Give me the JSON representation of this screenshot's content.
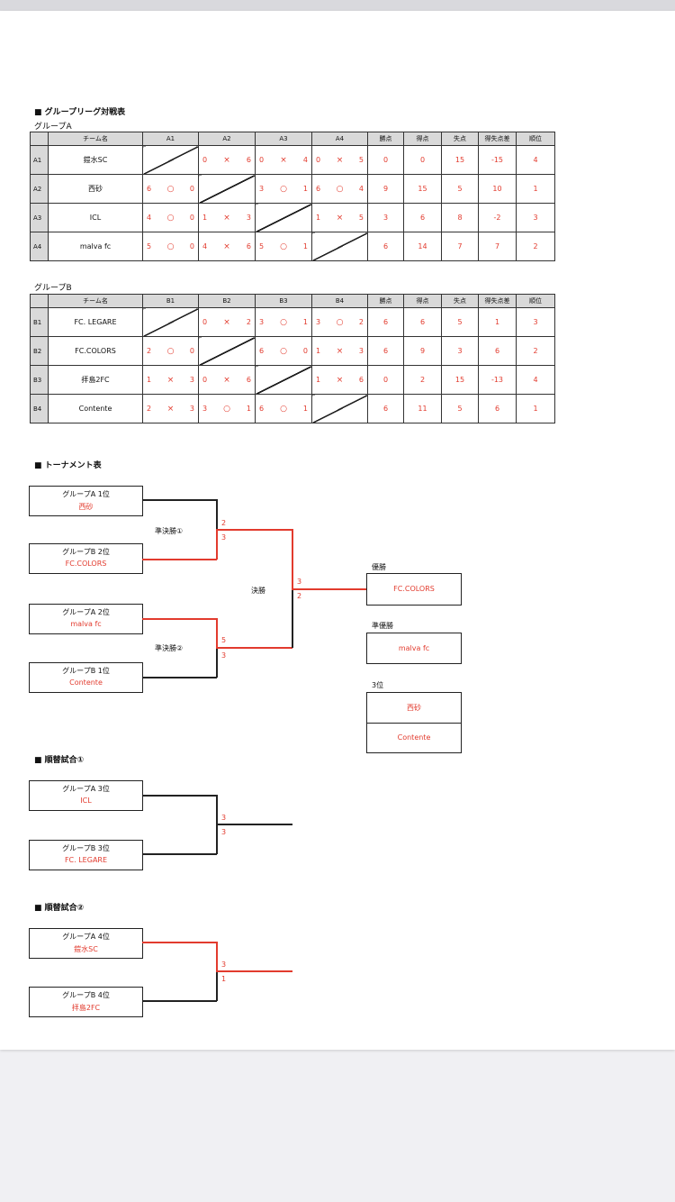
{
  "titles": {
    "league": "■ グループリーグ対戦表",
    "groupA": "グループA",
    "groupB": "グループB",
    "tournament": "■ トーナメント表",
    "exchange1": "■ 順替試合①",
    "exchange2": "■ 順替試合②"
  },
  "headers_a": [
    "チーム名",
    "A1",
    "A2",
    "A3",
    "A4",
    "勝点",
    "得点",
    "失点",
    "得失点差",
    "順位"
  ],
  "headers_b": [
    "チーム名",
    "B1",
    "B2",
    "B3",
    "B4",
    "勝点",
    "得点",
    "失点",
    "得失点差",
    "順位"
  ],
  "groupA": [
    {
      "id": "A1",
      "team": "鎧水SC",
      "results": [
        null,
        [
          "0",
          "×",
          "6"
        ],
        [
          "0",
          "×",
          "4"
        ],
        [
          "0",
          "×",
          "5"
        ]
      ],
      "pts": "0",
      "gf": "0",
      "ga": "15",
      "gd": "-15",
      "rank": "4"
    },
    {
      "id": "A2",
      "team": "西砂",
      "results": [
        [
          "6",
          "○",
          "0"
        ],
        null,
        [
          "3",
          "○",
          "1"
        ],
        [
          "6",
          "○",
          "4"
        ]
      ],
      "pts": "9",
      "gf": "15",
      "ga": "5",
      "gd": "10",
      "rank": "1"
    },
    {
      "id": "A3",
      "team": "ICL",
      "results": [
        [
          "4",
          "○",
          "0"
        ],
        [
          "1",
          "×",
          "3"
        ],
        null,
        [
          "1",
          "×",
          "5"
        ]
      ],
      "pts": "3",
      "gf": "6",
      "ga": "8",
      "gd": "-2",
      "rank": "3"
    },
    {
      "id": "A4",
      "team": "malva fc",
      "results": [
        [
          "5",
          "○",
          "0"
        ],
        [
          "4",
          "×",
          "6"
        ],
        [
          "5",
          "○",
          "1"
        ],
        null
      ],
      "pts": "6",
      "gf": "14",
      "ga": "7",
      "gd": "7",
      "rank": "2"
    }
  ],
  "groupB": [
    {
      "id": "B1",
      "team": "FC. LEGARE",
      "results": [
        null,
        [
          "0",
          "×",
          "2"
        ],
        [
          "3",
          "○",
          "1"
        ],
        [
          "3",
          "○",
          "2"
        ]
      ],
      "pts": "6",
      "gf": "6",
      "ga": "5",
      "gd": "1",
      "rank": "3"
    },
    {
      "id": "B2",
      "team": "FC.COLORS",
      "results": [
        [
          "2",
          "○",
          "0"
        ],
        null,
        [
          "6",
          "○",
          "0"
        ],
        [
          "1",
          "×",
          "3"
        ]
      ],
      "pts": "6",
      "gf": "9",
      "ga": "3",
      "gd": "6",
      "rank": "2"
    },
    {
      "id": "B3",
      "team": "拝島2FC",
      "results": [
        [
          "1",
          "×",
          "3"
        ],
        [
          "0",
          "×",
          "6"
        ],
        null,
        [
          "1",
          "×",
          "6"
        ]
      ],
      "pts": "0",
      "gf": "2",
      "ga": "15",
      "gd": "-13",
      "rank": "4"
    },
    {
      "id": "B4",
      "team": "Contente",
      "results": [
        [
          "2",
          "×",
          "3"
        ],
        [
          "3",
          "○",
          "1"
        ],
        [
          "6",
          "○",
          "1"
        ],
        null
      ],
      "pts": "6",
      "gf": "11",
      "ga": "5",
      "gd": "6",
      "rank": "1"
    }
  ],
  "tournament": {
    "sf1_a": {
      "label": "グループA 1位",
      "team": "西砂"
    },
    "sf1_b": {
      "label": "グループB 2位",
      "team": "FC.COLORS"
    },
    "sf2_a": {
      "label": "グループA 2位",
      "team": "malva fc"
    },
    "sf2_b": {
      "label": "グループB 1位",
      "team": "Contente"
    },
    "sf1_label": "準決勝①",
    "sf2_label": "準決勝②",
    "final_label": "決勝",
    "sf1_scores": [
      "2",
      "3"
    ],
    "sf2_scores": [
      "5",
      "3"
    ],
    "final_scores": [
      "3",
      "2"
    ],
    "champion_label": "優勝",
    "champion": "FC.COLORS",
    "runner_up_label": "準優勝",
    "runner_up": "malva fc",
    "third_label": "3位",
    "third": [
      "西砂",
      "Contente"
    ]
  },
  "exchange1": {
    "top": {
      "label": "グループA 3位",
      "team": "ICL"
    },
    "bottom": {
      "label": "グループB 3位",
      "team": "FC. LEGARE"
    },
    "scores": [
      "3",
      "3"
    ]
  },
  "exchange2": {
    "top": {
      "label": "グループA 4位",
      "team": "鎧水SC"
    },
    "bottom": {
      "label": "グループB 4位",
      "team": "拝島2FC"
    },
    "scores": [
      "3",
      "1"
    ]
  }
}
